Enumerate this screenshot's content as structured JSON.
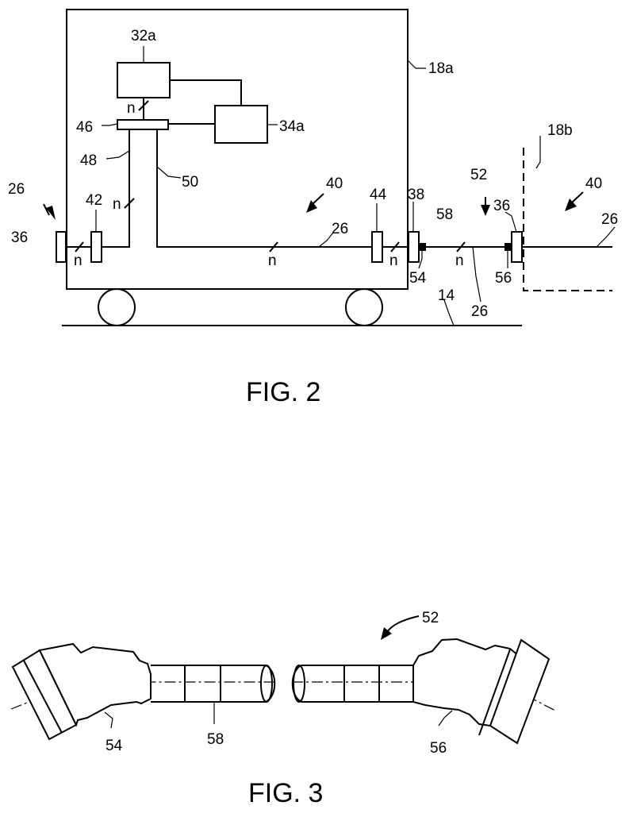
{
  "fig2": {
    "caption": "FIG. 2",
    "labels": {
      "l32a": "32a",
      "l18a": "18a",
      "l46": "46",
      "l34a": "34a",
      "l48": "48",
      "l50": "50",
      "l26_left": "26",
      "l42": "42",
      "l40_mid": "40",
      "l26_mid": "26",
      "l44": "44",
      "l38": "38",
      "l58": "58",
      "l52": "52",
      "l18b": "18b",
      "l36_right": "36",
      "l40_right": "40",
      "l26_right": "26",
      "l36_left": "36",
      "l54": "54",
      "l56": "56",
      "l14": "14",
      "l26_bottom": "26"
    },
    "bus_marks": {
      "n_top": "n",
      "n_left_vert": "n",
      "n_left": "n",
      "n_mid": "n",
      "n_right": "n",
      "n_link": "n"
    }
  },
  "fig3": {
    "caption": "FIG. 3",
    "labels": {
      "l52": "52",
      "l54": "54",
      "l58": "58",
      "l56": "56"
    }
  }
}
